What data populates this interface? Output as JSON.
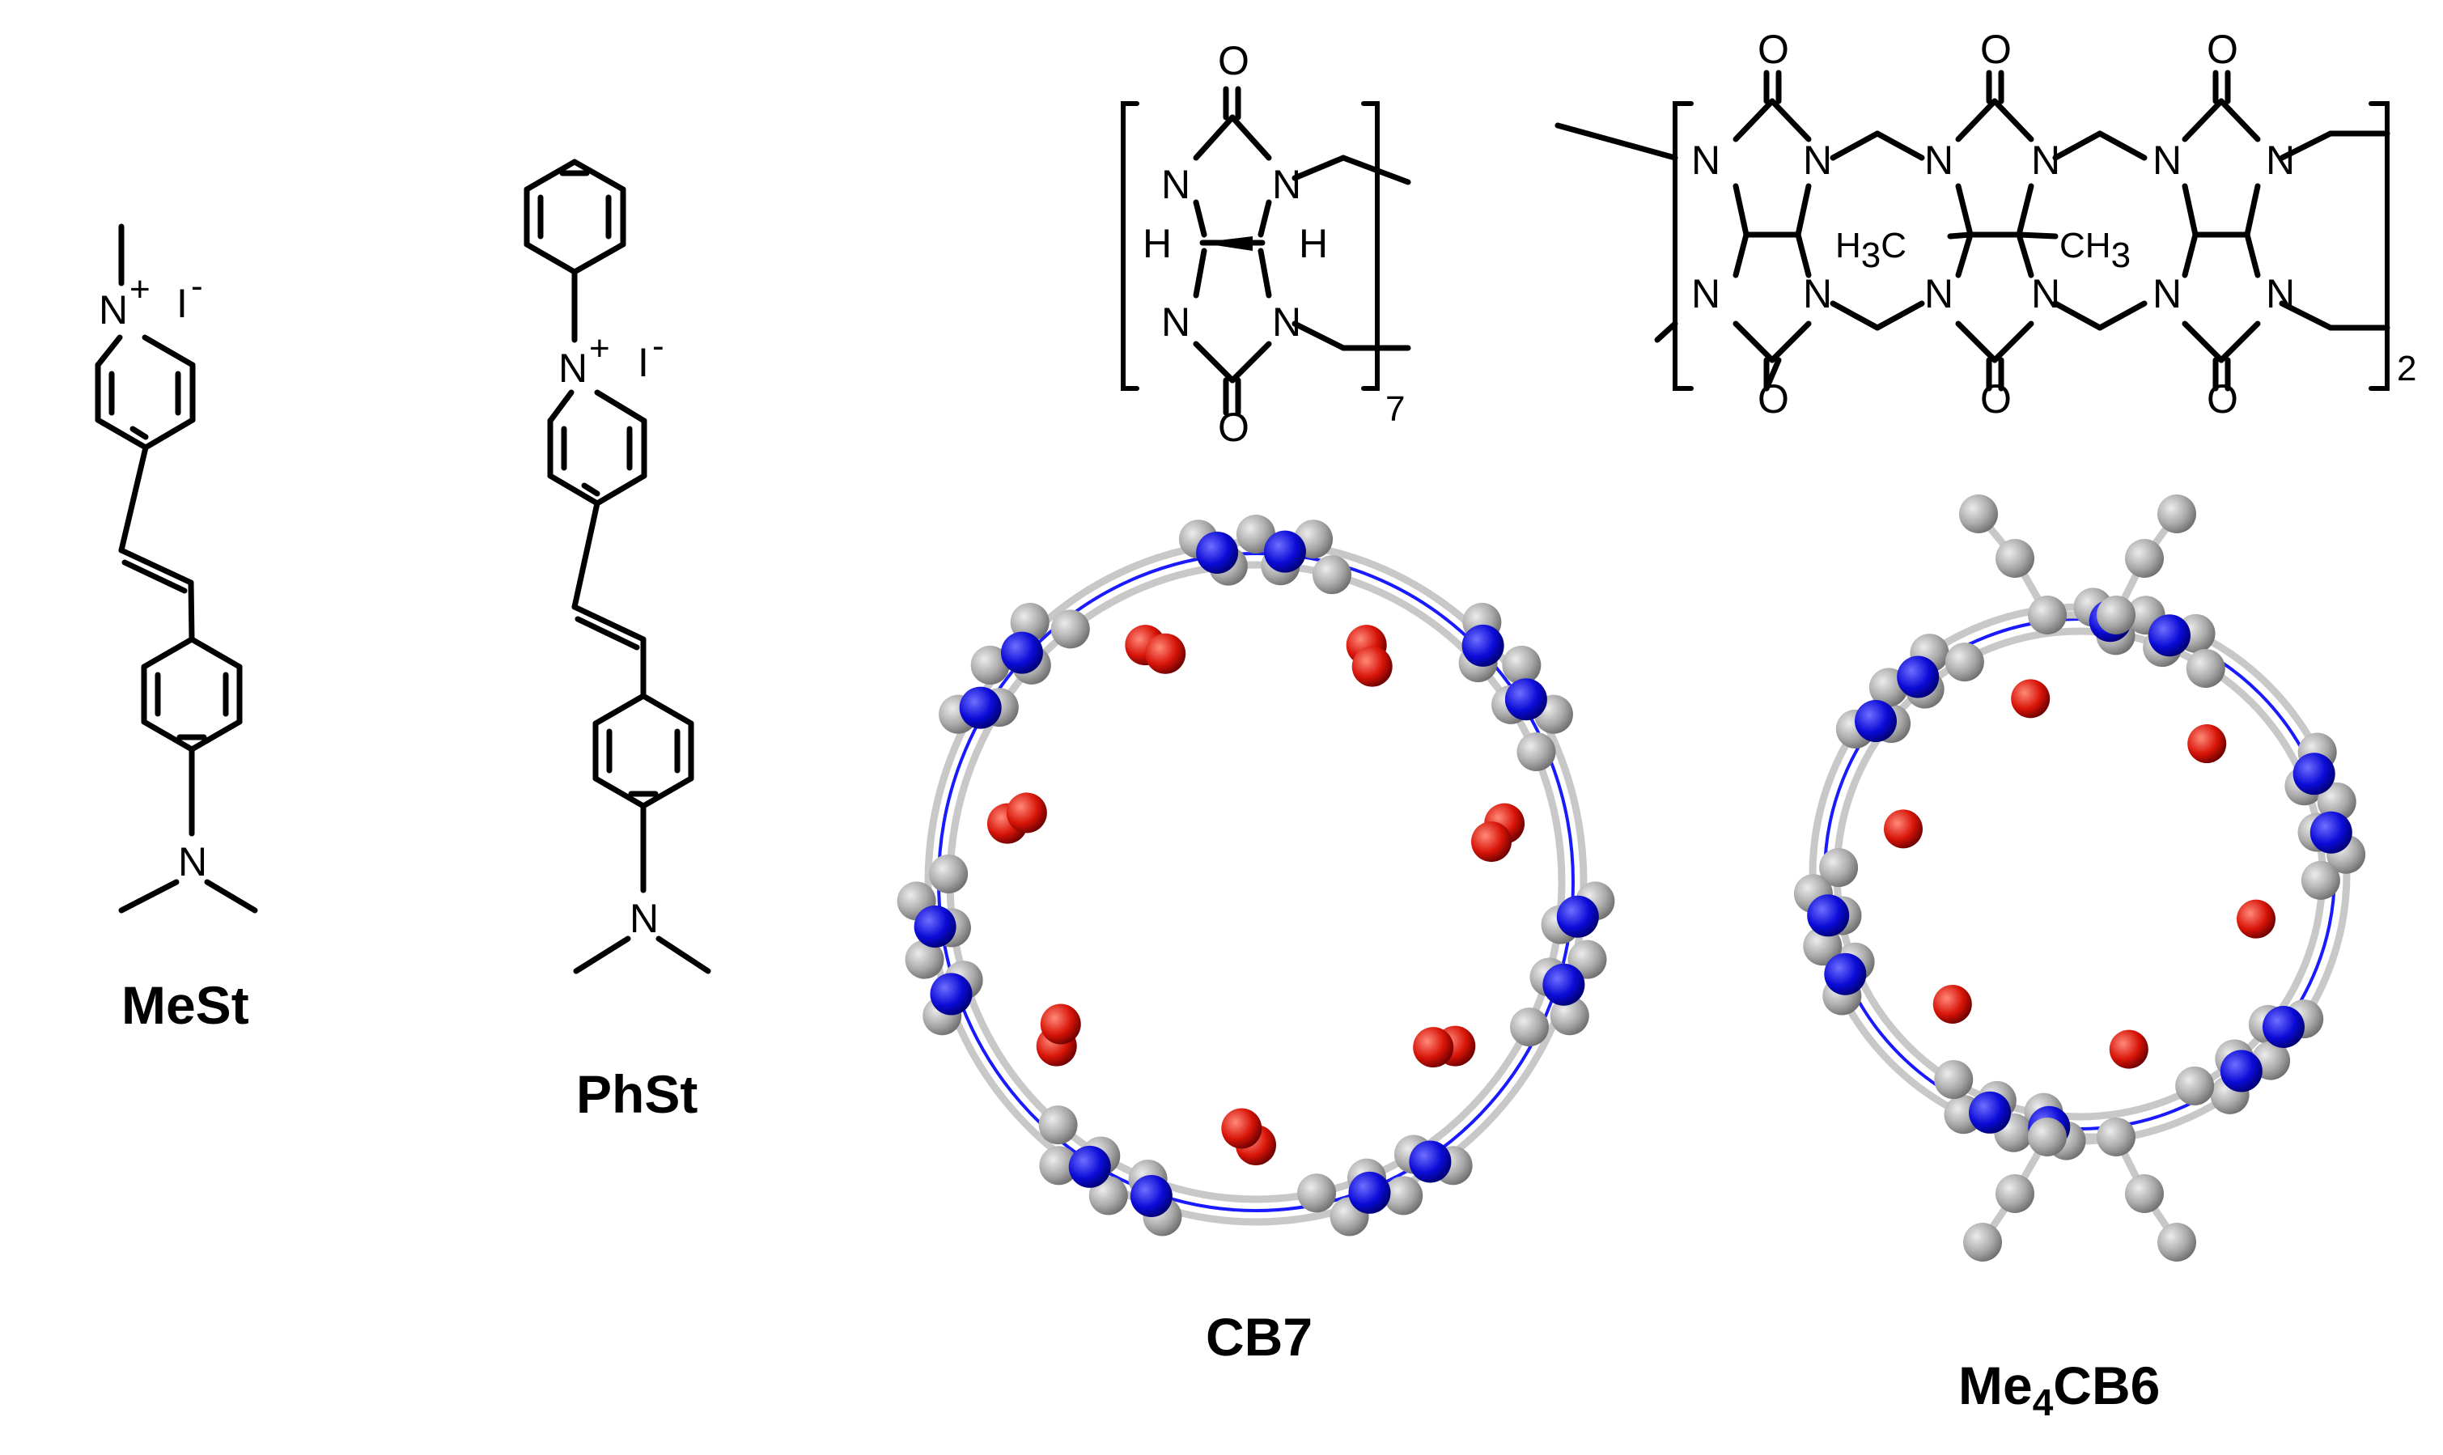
{
  "labels": {
    "mest": "MeSt",
    "phst": "PhSt",
    "cb7": "CB7",
    "me4cb6_prefix": "Me",
    "me4cb6_sub": "4",
    "me4cb6_suffix": "CB6"
  },
  "atoms": {
    "N": "N",
    "O": "O",
    "H": "H",
    "plus": "+",
    "iodide": "I",
    "minus": "-",
    "h3c": "H",
    "h3c_sub": "3",
    "h3c_end": "C",
    "ch3": "CH",
    "ch3_sub": "3"
  },
  "subscripts": {
    "cb7_repeat": "7",
    "me4cb6_repeat": "2"
  },
  "colors": {
    "carbon": "#a9a9a9",
    "nitrogen": "#0b0bd8",
    "oxygen": "#d81408",
    "bond": "#000000"
  }
}
